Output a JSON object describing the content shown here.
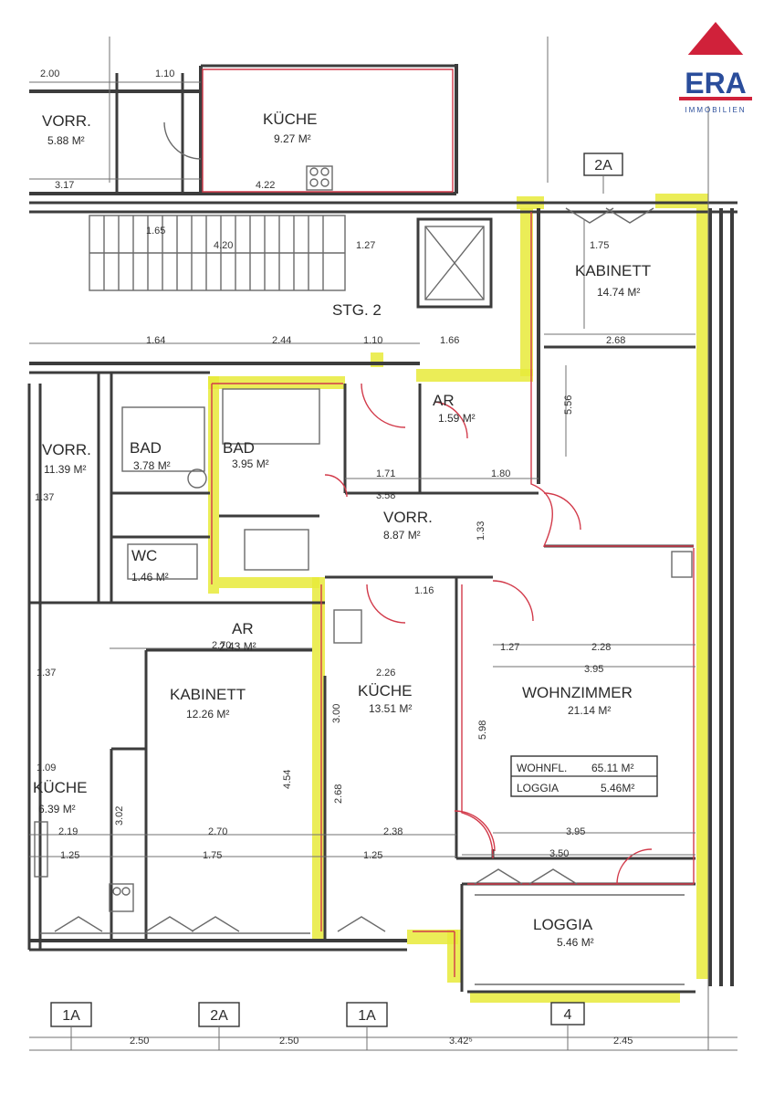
{
  "logo": {
    "name": "ERA",
    "subtitle": "IMMOBILIEN"
  },
  "rooms": {
    "vorr_top_left": {
      "name": "VORR.",
      "area": "5.88 M²"
    },
    "kueche_top": {
      "name": "KÜCHE",
      "area": "9.27 M²"
    },
    "stg": {
      "name": "STG. 2"
    },
    "kabinett_right": {
      "name": "KABINETT",
      "area": "14.74 M²"
    },
    "ar_mid": {
      "name": "AR",
      "area": "1.59 M²"
    },
    "vorr_left": {
      "name": "VORR.",
      "area": "11.39 M²"
    },
    "bad_left": {
      "name": "BAD",
      "area": "3.78 M²"
    },
    "bad_mid": {
      "name": "BAD",
      "area": "3.95 M²"
    },
    "vorr_mid": {
      "name": "VORR.",
      "area": "8.87 M²"
    },
    "wc": {
      "name": "WC",
      "area": "1.46 M²"
    },
    "ar_low": {
      "name": "AR",
      "area": "2.43 M²"
    },
    "kabinett_low": {
      "name": "KABINETT",
      "area": "12.26 M²"
    },
    "kueche_mid": {
      "name": "KÜCHE",
      "area": "13.51 M²"
    },
    "wohnzimmer": {
      "name": "WOHNZIMMER",
      "area": "21.14 M²"
    },
    "kueche_left": {
      "name": "KÜCHE",
      "area": "6.39 M²"
    },
    "loggia": {
      "name": "LOGGIA",
      "area": "5.46 M²"
    }
  },
  "summary": {
    "wohnfl_label": "WOHNFL.",
    "wohnfl_value": "65.11 M²",
    "loggia_label": "LOGGIA",
    "loggia_value": "5.46M²"
  },
  "axes": {
    "top_2a": "2A",
    "bottom_1a_left": "1A",
    "bottom_2a": "2A",
    "bottom_1a_right": "1A",
    "bottom_4": "4"
  },
  "dimensions": {
    "d_200": "2.00",
    "d_110": "1.10",
    "d_422": "4.22",
    "d_317": "3.17",
    "d_165": "1.65",
    "d_420": "4.20",
    "d_127": "1.27",
    "d_175a": "1.75",
    "d_164": "1.64",
    "d_244": "2.44",
    "d_110b": "1.10",
    "d_166": "1.66",
    "d_268": "2.68",
    "d_556": "5.56",
    "d_171": "1.71",
    "d_180": "1.80",
    "d_358": "3.58",
    "d_127b": "1.27",
    "d_228": "2.28",
    "d_395": "3.95",
    "d_270": "2.70",
    "d_226": "2.26",
    "d_598": "5.98",
    "d_454": "4.54",
    "d_219": "2.19",
    "d_270b": "2.70",
    "d_238": "2.38",
    "d_395b": "3.95",
    "d_125": "1.25",
    "d_175b": "1.75",
    "d_125b": "1.25",
    "d_350": "3.50",
    "d_250a": "2.50",
    "d_250b": "2.50",
    "d_342": "3.42⁵",
    "d_245": "2.45",
    "d_137": "1.37",
    "d_137b": "1.37",
    "d_109": "1.09",
    "d_302": "3.02",
    "d_268b": "2.68",
    "d_300": "3.00",
    "d_133": "1.33",
    "d_116": "1.16"
  }
}
